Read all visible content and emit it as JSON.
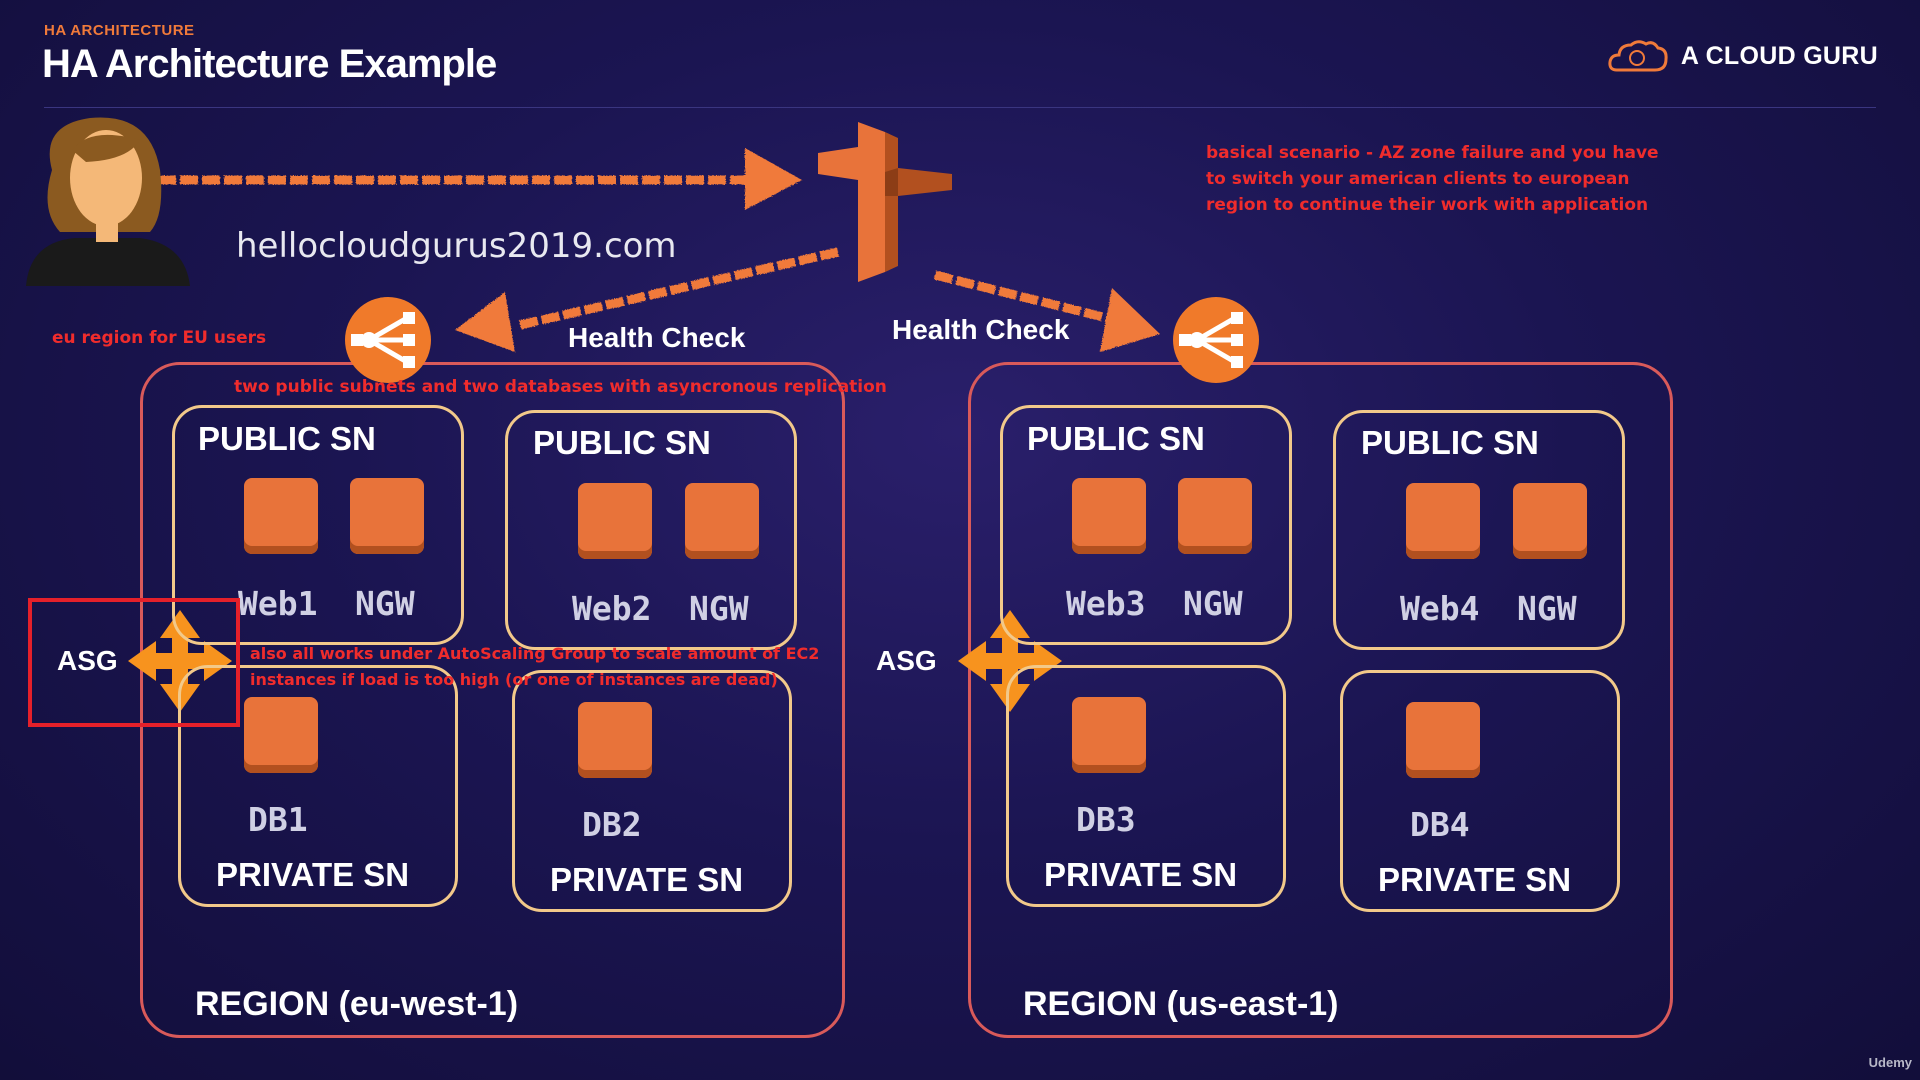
{
  "header": {
    "eyebrow": "HA ARCHITECTURE",
    "title": "HA Architecture Example",
    "brand": "A CLOUD GURU",
    "divider_color": "#3a3580"
  },
  "icons": {
    "user": "user-avatar-icon",
    "route53": "route53-icon",
    "elb": "load-balancer-icon",
    "asg": "autoscaling-arrows-icon",
    "ec2": "instance-square-icon",
    "brand": "cloud-logo-icon"
  },
  "colors": {
    "accent_orange": "#f07a3a",
    "resource_orange": "#e8733a",
    "note_red": "#f02c2c",
    "region_border": "#d95a5a",
    "subnet_border": "#f2c98a",
    "highlight_red": "#e5202a"
  },
  "domain_name": "hellocloudgurus2019.com",
  "notes": {
    "scenario_line1": "basical scenario - AZ zone failure and you have",
    "scenario_line2": "to switch your american clients to european",
    "scenario_line3": "region to continue their work with application",
    "eu_users": "eu region for EU users",
    "replication": "two public subnets and two databases with asyncronous replication",
    "asg_line1": "also all works under AutoScaling Group to scale amount of EC2",
    "asg_line2": "instances if load is too high (or one of instances are dead)"
  },
  "health_check_left": "Health Check",
  "health_check_right": "Health Check",
  "regions": [
    {
      "label": "REGION (eu-west-1)",
      "asg_label": "ASG",
      "public_subnets": [
        {
          "label": "PUBLIC SN",
          "web": "Web1",
          "ngw": "NGW"
        },
        {
          "label": "PUBLIC SN",
          "web": "Web2",
          "ngw": "NGW"
        }
      ],
      "private_subnets": [
        {
          "label": "PRIVATE SN",
          "db": "DB1"
        },
        {
          "label": "PRIVATE SN",
          "db": "DB2"
        }
      ]
    },
    {
      "label": "REGION (us-east-1)",
      "asg_label": "ASG",
      "public_subnets": [
        {
          "label": "PUBLIC SN",
          "web": "Web3",
          "ngw": "NGW"
        },
        {
          "label": "PUBLIC SN",
          "web": "Web4",
          "ngw": "NGW"
        }
      ],
      "private_subnets": [
        {
          "label": "PRIVATE SN",
          "db": "DB3"
        },
        {
          "label": "PRIVATE SN",
          "db": "DB4"
        }
      ]
    }
  ],
  "watermark": "Udemy"
}
